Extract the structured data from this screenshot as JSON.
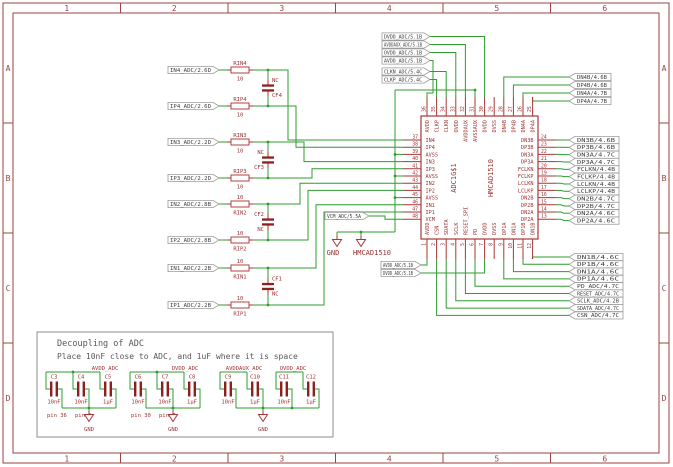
{
  "frame": {
    "columns": [
      "1",
      "2",
      "3",
      "4",
      "5",
      "6"
    ],
    "rows": [
      "A",
      "B",
      "C",
      "D"
    ]
  },
  "ic": {
    "refdes": "ADC1G$1",
    "value": "HMCAD1510",
    "left_pins": [
      {
        "num": "37",
        "name": "IN4"
      },
      {
        "num": "38",
        "name": "IP4"
      },
      {
        "num": "39",
        "name": "AVSS"
      },
      {
        "num": "40",
        "name": "IN3"
      },
      {
        "num": "41",
        "name": "IP3"
      },
      {
        "num": "42",
        "name": "AVSS"
      },
      {
        "num": "43",
        "name": "IN2"
      },
      {
        "num": "44",
        "name": "IP2"
      },
      {
        "num": "45",
        "name": "AVSS"
      },
      {
        "num": "46",
        "name": "IN1"
      },
      {
        "num": "47",
        "name": "IP1"
      },
      {
        "num": "48",
        "name": "VCM"
      }
    ],
    "top_pins": [
      {
        "num": "36",
        "name": "AVDD"
      },
      {
        "num": "35",
        "name": "CLKP"
      },
      {
        "num": "34",
        "name": "CLKN"
      },
      {
        "num": "33",
        "name": "OVDD"
      },
      {
        "num": "32",
        "name": "AVDDAUX"
      },
      {
        "num": "31",
        "name": "AVSSAUX"
      },
      {
        "num": "30",
        "name": "DVDD"
      },
      {
        "num": "29",
        "name": "DVSS"
      },
      {
        "num": "28",
        "name": "DN4B"
      },
      {
        "num": "27",
        "name": "DP4B"
      },
      {
        "num": "26",
        "name": "DN4A"
      },
      {
        "num": "25",
        "name": "DP4A"
      }
    ],
    "right_pins": [
      {
        "num": "24",
        "name": "DN3B"
      },
      {
        "num": "23",
        "name": "DP3B"
      },
      {
        "num": "22",
        "name": "DN3A"
      },
      {
        "num": "21",
        "name": "DP3A"
      },
      {
        "num": "20",
        "name": "FCLKN"
      },
      {
        "num": "19",
        "name": "FCLKP"
      },
      {
        "num": "18",
        "name": "LCLKN"
      },
      {
        "num": "17",
        "name": "LCLKP"
      },
      {
        "num": "16",
        "name": "DN2B"
      },
      {
        "num": "15",
        "name": "DP2B"
      },
      {
        "num": "14",
        "name": "DN2A"
      },
      {
        "num": "13",
        "name": "DP2A"
      }
    ],
    "bottom_pins": [
      {
        "num": "1",
        "name": "AVDD"
      },
      {
        "num": "2",
        "name": "CSN"
      },
      {
        "num": "3",
        "name": "SDATA"
      },
      {
        "num": "4",
        "name": "SCLK"
      },
      {
        "num": "5",
        "name": "RESET_SPI"
      },
      {
        "num": "6",
        "name": "PD"
      },
      {
        "num": "7",
        "name": "DVDD"
      },
      {
        "num": "8",
        "name": "DVSS"
      },
      {
        "num": "9",
        "name": "DP1A"
      },
      {
        "num": "10",
        "name": "DN1A"
      },
      {
        "num": "11",
        "name": "DP1B"
      },
      {
        "num": "12",
        "name": "DN1B"
      }
    ]
  },
  "input_channels": [
    {
      "n_flag": "IN4_ADC/2.6D",
      "n_res_name": "RIN4",
      "n_res_value": "10",
      "p_flag": "IP4_ADC/2.6D",
      "p_res_name": "RIP4",
      "p_res_value": "10",
      "cap_name": "CF4",
      "cap_value": "NC"
    },
    {
      "n_flag": "IN3_ADC/2.2D",
      "n_res_name": "RIN3",
      "n_res_value": "10",
      "p_flag": "IP3_ADC/2.2D",
      "p_res_name": "RIP3",
      "p_res_value": "10",
      "cap_name": "CF3",
      "cap_value": "NC"
    },
    {
      "n_flag": "IN2_ADC/2.8B",
      "n_res_name": "RIN2",
      "n_res_value": "10",
      "p_flag": "IP2_ADC/2.8B",
      "p_res_name": "RIP2",
      "p_res_value": "10",
      "cap_name": "CF2",
      "cap_value": "NC"
    },
    {
      "n_flag": "IN1_ADC/2.2B",
      "n_res_name": "RIN1",
      "n_res_value": "10",
      "p_flag": "IP1_ADC/2.2B",
      "p_res_name": "RIP1",
      "p_res_value": "10",
      "cap_name": "CF1",
      "cap_value": "NC"
    }
  ],
  "power_flags": [
    "DVDD_ADC/5.1B",
    "AVDDAUX_ADC/5.1B",
    "OVDD_ADC/5.1B",
    "AVDD_ADC/5.1B"
  ],
  "clock_flags": [
    "CLKN_ADC/5.4C",
    "CLKP_ADC/5.4C"
  ],
  "vcm_flag": "VCM_ADC/5.5A",
  "gnd_label": "GND",
  "gnd_label2": "HMCAD1510",
  "top_right_flags": [
    "DN4B/4.6B",
    "DP4B/4.6B",
    "DN4A/4.7B",
    "DP4A/4.7B"
  ],
  "right_flags": [
    "DN3B/4.6B",
    "DP3B/4.6B",
    "DN3A/4.7C",
    "DP3A/4.7C",
    "FCLKN/4.4B",
    "FCLKP/4.4B",
    "LCLKN/4.4B",
    "LCLKP/4.4B",
    "DN2B/4.7C",
    "DP2B/4.7C",
    "DN2A/4.6C",
    "DP2A/4.6C"
  ],
  "bottom_right_flags": [
    "DN1B/4.6C",
    "DP1B/4.6C",
    "DN1A/4.6C",
    "DP1A/4.6C",
    "PD_ADC/4.7C",
    "RESET_ADC/4.7C",
    "SCLK_ADC/4.2B",
    "SDATA_ADC/4.7C",
    "CSN_ADC/4.7C"
  ],
  "bottom_left_flags": [
    "AVDD_ADC/5.1B",
    "DVDD_ADC/5.1B"
  ],
  "note": {
    "title": "Decoupling of ADC",
    "subtitle": "Place 10nF close to ADC, and 1uF where it is space",
    "groups": [
      {
        "nets": [
          "AVDD_ADC"
        ],
        "caps": [
          {
            "name": "C3",
            "value": "10nF"
          },
          {
            "name": "C4",
            "value": "10nF"
          },
          {
            "name": "C5",
            "value": "1µF"
          }
        ],
        "pin_notes": [
          "pin 36",
          "pin 1"
        ],
        "gnd": "GND"
      },
      {
        "nets": [
          "DVDD_ADC"
        ],
        "caps": [
          {
            "name": "C6",
            "value": "10nF"
          },
          {
            "name": "C7",
            "value": "10nF"
          },
          {
            "name": "C8",
            "value": "1µF"
          }
        ],
        "pin_notes": [
          "pin 30",
          "pin 7"
        ],
        "gnd": "GND"
      },
      {
        "nets": [
          "AVDDAUX_ADC",
          "OVDD_ADC"
        ],
        "caps": [
          {
            "name": "C9",
            "value": "10nF"
          },
          {
            "name": "C10",
            "value": "1µF"
          },
          {
            "name": "C11",
            "value": "10nF"
          },
          {
            "name": "C12",
            "value": "1µF"
          }
        ],
        "pin_notes": [],
        "gnd": "GND"
      }
    ]
  },
  "colors": {
    "wire": "#2f9b2f",
    "symbol": "#a83636",
    "text": "#9b3030",
    "frame": "#9c4343",
    "flag_border": "#9b9b9b"
  }
}
